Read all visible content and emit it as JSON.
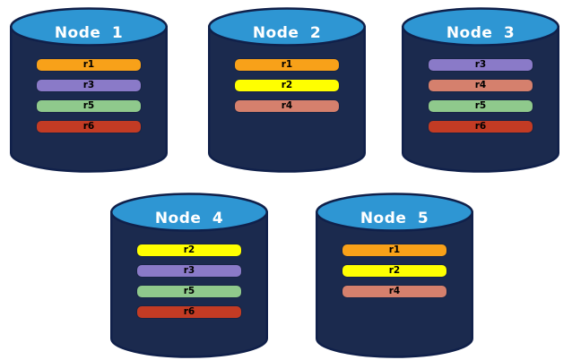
{
  "palette": {
    "background": "#FFFFFF",
    "cylinder_body": "#1B2A4E",
    "cylinder_outline": "#10204A",
    "cylinder_top": "#2E96D3",
    "title_color": "#FFFFFF",
    "bar_text_color": "#000000"
  },
  "replica_colors": {
    "r1": "#F8A119",
    "r2": "#FFFF00",
    "r3": "#8A7AC8",
    "r4": "#D5806D",
    "r5": "#8FC98C",
    "r6": "#C33B24"
  },
  "nodes": [
    {
      "title": "Node 1",
      "replicas": [
        "r1",
        "r3",
        "r5",
        "r6"
      ]
    },
    {
      "title": "Node 2",
      "replicas": [
        "r1",
        "r2",
        "r4"
      ]
    },
    {
      "title": "Node 3",
      "replicas": [
        "r3",
        "r4",
        "r5",
        "r6"
      ]
    },
    {
      "title": "Node 4",
      "replicas": [
        "r2",
        "r3",
        "r5",
        "r6"
      ]
    },
    {
      "title": "Node 5",
      "replicas": [
        "r1",
        "r2",
        "r4"
      ]
    }
  ]
}
